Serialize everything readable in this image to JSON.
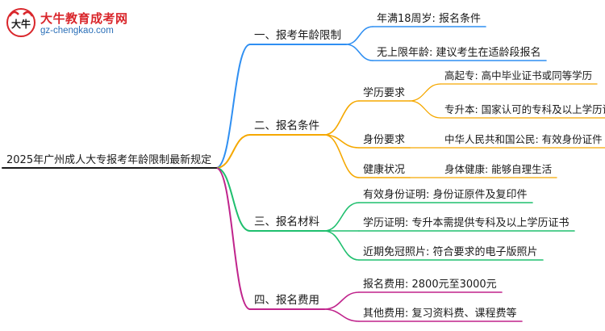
{
  "logo": {
    "title": "大牛教育成考网",
    "url": "gz-chengkao.com",
    "mark_text": "大牛"
  },
  "mindmap": {
    "root": "2025年广州成人大专报考年龄限制最新规定",
    "branches": [
      {
        "label": "一、报考年龄限制",
        "color": "#2f8ff2",
        "children": [
          {
            "label": "年满18周岁: 报名条件"
          },
          {
            "label": "无上限年龄: 建议考生在适龄段报名"
          }
        ]
      },
      {
        "label": "二、报名条件",
        "color": "#f5a800",
        "children": [
          {
            "label": "学历要求",
            "children": [
              {
                "label": "高起专: 高中毕业证书或同等学历"
              },
              {
                "label": "专升本: 国家认可的专科及以上学历证书"
              }
            ]
          },
          {
            "label": "身份要求",
            "children": [
              {
                "label": "中华人民共和国公民: 有效身份证件"
              }
            ]
          },
          {
            "label": "健康状况",
            "children": [
              {
                "label": "身体健康: 能够自理生活"
              }
            ]
          }
        ]
      },
      {
        "label": "三、报名材料",
        "color": "#1fbf6e",
        "children": [
          {
            "label": "有效身份证明: 身份证原件及复印件"
          },
          {
            "label": "学历证明: 专升本需提供专科及以上学历证书"
          },
          {
            "label": "近期免冠照片: 符合要求的电子版照片"
          }
        ]
      },
      {
        "label": "四、报名费用",
        "color": "#c0248c",
        "children": [
          {
            "label": "报名费用: 2800元至3000元"
          },
          {
            "label": "其他费用: 复习资料费、课程费等"
          }
        ]
      }
    ]
  }
}
